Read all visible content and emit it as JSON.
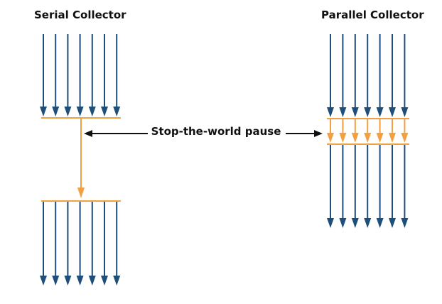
{
  "serial": {
    "title": "Serial Collector"
  },
  "parallel": {
    "title": "Parallel Collector"
  },
  "pause": {
    "label": "Stop-the-world pause"
  },
  "colors": {
    "thread": "#1e4e79",
    "gc": "#f2a040",
    "text": "#111111"
  },
  "thread_count": 7
}
